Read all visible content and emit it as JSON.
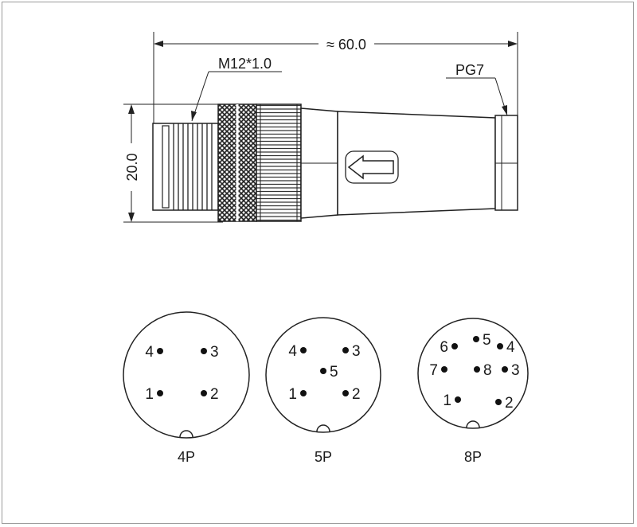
{
  "dimensions": {
    "length": "≈ 60.0",
    "diameter": "20.0",
    "thread": "M12*1.0",
    "cable_gland": "PG7"
  },
  "pinouts": [
    {
      "name": "4P",
      "pins": [
        "1",
        "2",
        "3",
        "4"
      ]
    },
    {
      "name": "5P",
      "pins": [
        "1",
        "2",
        "3",
        "4",
        "5"
      ]
    },
    {
      "name": "8P",
      "pins": [
        "1",
        "2",
        "3",
        "4",
        "5",
        "6",
        "7",
        "8"
      ]
    }
  ]
}
